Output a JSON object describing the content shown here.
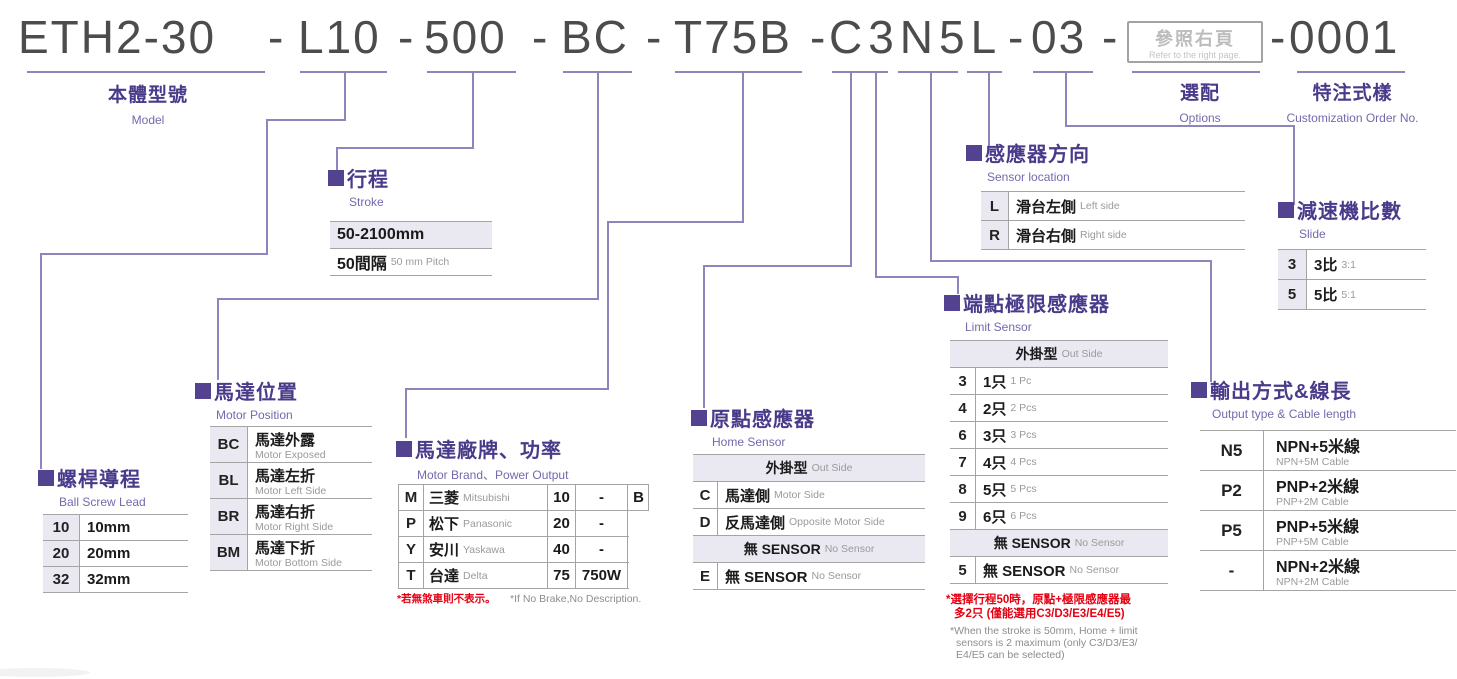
{
  "code": {
    "separator": "-",
    "segments": [
      "ETH2-30",
      "L10",
      "500",
      "BC",
      "T75B",
      "C3N5L",
      "03",
      "0001"
    ],
    "options_box": {
      "zh": "參照右頁",
      "en": "Refer to the right page."
    }
  },
  "labels": {
    "model": {
      "zh": "本體型號",
      "en": "Model"
    },
    "options": {
      "zh": "選配",
      "en": "Options"
    },
    "custom": {
      "zh": "特注式樣",
      "en": "Customization Order No."
    }
  },
  "sections": {
    "ball_screw": {
      "zh": "螺桿導程",
      "en": "Ball Screw Lead",
      "rows": [
        {
          "k": "10",
          "zh": "10mm"
        },
        {
          "k": "20",
          "zh": "20mm"
        },
        {
          "k": "32",
          "zh": "32mm"
        }
      ]
    },
    "motor_position": {
      "zh": "馬達位置",
      "en": "Motor Position",
      "rows": [
        {
          "k": "BC",
          "zh": "馬達外露",
          "en": "Motor Exposed"
        },
        {
          "k": "BL",
          "zh": "馬達左折",
          "en": "Motor Left Side"
        },
        {
          "k": "BR",
          "zh": "馬達右折",
          "en": "Motor Right Side"
        },
        {
          "k": "BM",
          "zh": "馬達下折",
          "en": "Motor Bottom Side"
        }
      ]
    },
    "stroke": {
      "zh": "行程",
      "en": "Stroke",
      "range": "50-2100mm",
      "pitch_zh": "50間隔",
      "pitch_en": "50 mm Pitch"
    },
    "motor_brand": {
      "zh": "馬達廠牌、功率",
      "en": "Motor Brand、Power Output",
      "brake": "B",
      "rows": [
        {
          "k": "M",
          "zh": "三菱",
          "en": "Mitsubishi",
          "p": "10",
          "w": "-"
        },
        {
          "k": "P",
          "zh": "松下",
          "en": "Panasonic",
          "p": "20",
          "w": "-"
        },
        {
          "k": "Y",
          "zh": "安川",
          "en": "Yaskawa",
          "p": "40",
          "w": "-"
        },
        {
          "k": "T",
          "zh": "台達",
          "en": "Delta",
          "p": "75",
          "w": "750W"
        }
      ],
      "note_red": "*若無煞車則不表示。",
      "note_gray": "*If No Brake,No Description."
    },
    "home_sensor": {
      "zh": "原點感應器",
      "en": "Home Sensor",
      "h1_zh": "外掛型",
      "h1_en": "Out Side",
      "rows": [
        {
          "k": "C",
          "zh": "馬達側",
          "en": "Motor Side"
        },
        {
          "k": "D",
          "zh": "反馬達側",
          "en": "Opposite Motor Side"
        }
      ],
      "h2_zh": "無 SENSOR",
      "h2_en": "No Sensor",
      "row_none": {
        "k": "E",
        "zh": "無 SENSOR",
        "en": "No Sensor"
      }
    },
    "limit_sensor": {
      "zh": "端點極限感應器",
      "en": "Limit Sensor",
      "h1_zh": "外掛型",
      "h1_en": "Out Side",
      "rows": [
        {
          "k": "3",
          "zh": "1只",
          "en": "1 Pc"
        },
        {
          "k": "4",
          "zh": "2只",
          "en": "2 Pcs"
        },
        {
          "k": "6",
          "zh": "3只",
          "en": "3 Pcs"
        },
        {
          "k": "7",
          "zh": "4只",
          "en": "4 Pcs"
        },
        {
          "k": "8",
          "zh": "5只",
          "en": "5 Pcs"
        },
        {
          "k": "9",
          "zh": "6只",
          "en": "6 Pcs"
        }
      ],
      "h2_zh": "無 SENSOR",
      "h2_en": "No Sensor",
      "row_none": {
        "k": "5",
        "zh": "無 SENSOR",
        "en": "No Sensor"
      },
      "note_red_1": "*選擇行程50時，原點+極限感應器最",
      "note_red_2": "多2只 (僅能選用C3/D3/E3/E4/E5)",
      "note_en_1": "*When the stroke is 50mm, Home + limit",
      "note_en_2": "sensors is 2 maximum (only C3/D3/E3/",
      "note_en_3": "E4/E5 can be selected)"
    },
    "sensor_location": {
      "zh": "感應器方向",
      "en": "Sensor location",
      "rows": [
        {
          "k": "L",
          "zh": "滑台左側",
          "en": "Left side"
        },
        {
          "k": "R",
          "zh": "滑台右側",
          "en": "Right side"
        }
      ]
    },
    "slide": {
      "zh": "減速機比數",
      "en": "Slide",
      "rows": [
        {
          "k": "3",
          "zh": "3比",
          "en": "3:1"
        },
        {
          "k": "5",
          "zh": "5比",
          "en": "5:1"
        }
      ]
    },
    "output": {
      "zh": "輸出方式&線長",
      "en": "Output type & Cable length",
      "rows": [
        {
          "k": "N5",
          "zh": "NPN+5米線",
          "en": "NPN+5M Cable"
        },
        {
          "k": "P2",
          "zh": "PNP+2米線",
          "en": "PNP+2M Cable"
        },
        {
          "k": "P5",
          "zh": "PNP+5米線",
          "en": "PNP+5M Cable"
        },
        {
          "k": "-",
          "zh": "NPN+2米線",
          "en": "NPN+2M Cable"
        }
      ]
    }
  },
  "colors": {
    "purple_dark": "#4a3a8a",
    "purple_line": "#9184bd",
    "red": "#e60012",
    "code_gray": "#4c4c4c"
  }
}
